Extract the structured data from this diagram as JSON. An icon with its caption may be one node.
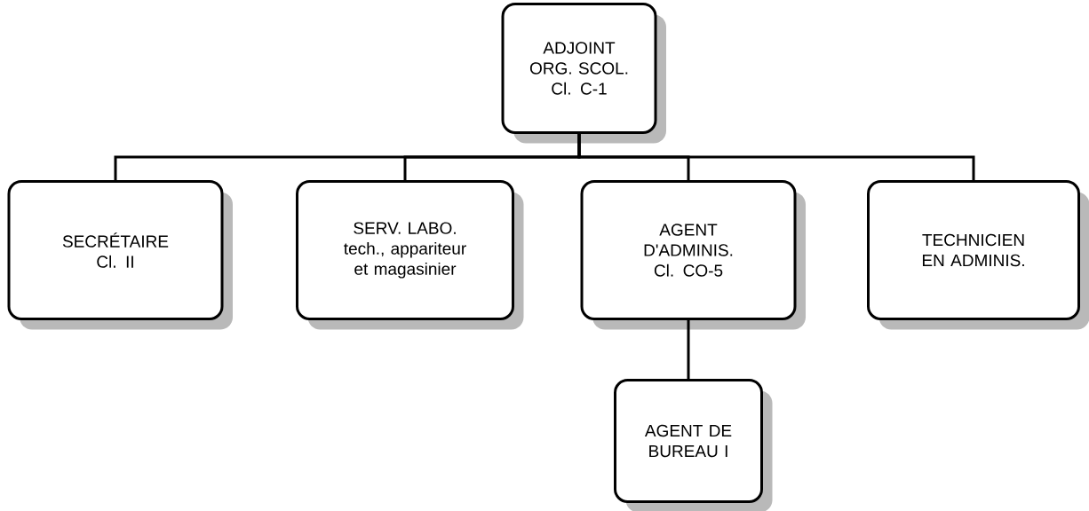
{
  "diagram": {
    "nodes": [
      {
        "text": [
          "ADJOINT ORG. SCOL. Cl. C-1"
        ]
      },
      {
        "text": [
          "SECRÉTAIRE Cl. II"
        ]
      },
      {
        "text": [
          "SERV. LABO. tech., appariteur et magasinier"
        ]
      },
      {
        "text": [
          "AGENT D'ADMINIS. Cl. CO-5"
        ]
      },
      {
        "text": [
          "TECHNICIEN EN ADMINIS."
        ]
      },
      {
        "text": [
          "AGENT DE BUREAU I"
        ]
      }
    ],
    "edges": [
      {
        "from": 0,
        "to": 1,
        "arrow": "none"
      },
      {
        "from": 0,
        "to": 2,
        "arrow": "none"
      },
      {
        "from": 0,
        "to": 3,
        "arrow": "none"
      },
      {
        "from": 0,
        "to": 4,
        "arrow": "none"
      },
      {
        "from": 3,
        "to": 5,
        "arrow": "none"
      }
    ]
  }
}
